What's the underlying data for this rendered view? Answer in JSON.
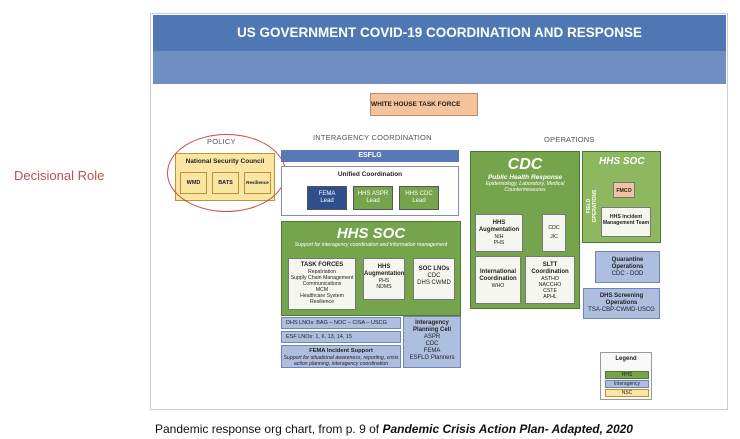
{
  "title": "US GOVERNMENT COVID-19 COORDINATION AND RESPONSE",
  "side_label": "Decisional Role",
  "caption_prefix": "Pandemic response org chart, from p. 9 of ",
  "caption_source": "Pandemic Crisis Action Plan- Adapted, 2020",
  "white_house": "WHITE HOUSE TASK FORCE",
  "sections": {
    "policy": "POLICY",
    "interagency": "INTERAGENCY COORDINATION",
    "operations": "OPERATIONS"
  },
  "policy": {
    "nsc": "National Security Council",
    "cells": [
      "WMD",
      "BATS",
      "Resilience"
    ]
  },
  "interagency": {
    "esflg": "ESFLG",
    "unified_coordination": "Unified Coordination",
    "uc_cells": [
      {
        "line1": "FEMA",
        "line2": "Lead"
      },
      {
        "line1": "HHS ASPR",
        "line2": "Lead"
      },
      {
        "line1": "HHS CDC",
        "line2": "Lead"
      }
    ],
    "hhs_soc_title": "HHS SOC",
    "hhs_soc_sub": "Support for interagency coordination and information management",
    "task_forces": {
      "title": "TASK FORCES",
      "items": [
        "Repatriation",
        "Supply Chain Management",
        "Communications",
        "MCM",
        "Healthcare System Resilience"
      ]
    },
    "hhs_aug": {
      "title": "HHS Augmentation",
      "items": [
        "PHS",
        "NDMS"
      ]
    },
    "soc_lnos": {
      "title": "SOC LNOs",
      "items": [
        "CDC",
        "DHS CWMD"
      ]
    },
    "dhs_lnos": "DHS LNOs: BAG – NOC – CISA – USCG",
    "esf_lnos": "ESF LNOs: 1, 6, 13, 14, 15",
    "fema_support": {
      "title": "FEMA Incident Support",
      "sub": "Support for situational awareness, reporting, crisis action planning, interagency coordination"
    },
    "ipc": {
      "title": "Interagency Planning Cell",
      "items": [
        "ASPR",
        "CDC",
        "FEMA",
        "ESFLG Planners"
      ]
    }
  },
  "operations": {
    "cdc_title": "CDC",
    "cdc_sub": "Public Health Response",
    "cdc_sub2": "Epidemiology, Laboratory, Medical Countermeasures",
    "hhs_aug": {
      "title": "HHS Augmentation",
      "items": [
        "NIH",
        "PHS"
      ]
    },
    "cdc_jic": {
      "line1": "CDC",
      "line2": "JIC"
    },
    "intl": {
      "title": "International Coordination",
      "items": [
        "WHO"
      ]
    },
    "sltt": {
      "title": "SLTT Coordination",
      "items": [
        "ASTHO",
        "NACCHO",
        "CSTE",
        "APHL"
      ]
    },
    "hhs_soc_ops": "HHS SOC",
    "field_ops": "FIELD OPERATIONS",
    "fmco": "FMCO",
    "imt": "HHS Incident Management Team",
    "quarantine": {
      "title": "Quarantine Operations",
      "sub": "CDC - DOD"
    },
    "dhs_screening": {
      "title": "DHS Screening Operations",
      "sub": "TSA-CBP-CWMD-USCG"
    }
  },
  "legend": {
    "title": "Legend",
    "items": [
      "HHS",
      "Interagency",
      "NSC"
    ]
  },
  "colors": {
    "green": "#76a44c",
    "blue": "#4e77b4",
    "lavender": "#aebedf",
    "yellow": "#fbe5a3",
    "orange": "#f2c39c",
    "red": "#c0504d"
  }
}
